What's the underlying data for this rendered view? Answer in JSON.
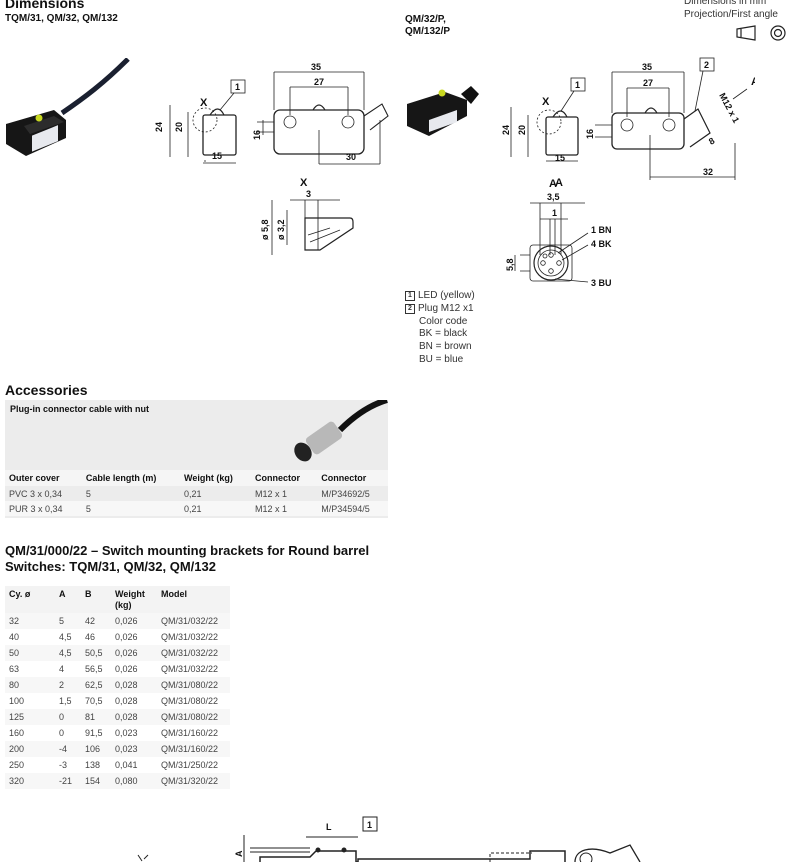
{
  "dimensions": {
    "title": "Dimensions",
    "subtitle_left": "TQM/31, QM/32, QM/132",
    "subtitle_right_1": "QM/32/P,",
    "subtitle_right_2": "QM/132/P",
    "units_note": "Dimensions in mm",
    "projection_note": "Projection/First angle",
    "drawing_left": {
      "callout": "1",
      "view_x": "X",
      "d24": "24",
      "d20": "20",
      "d15": "15",
      "d35": "35",
      "d27": "27",
      "d16": "16",
      "d30": "30",
      "detail_title": "X",
      "d3": "3",
      "d58": "ø 5,8",
      "d32": "ø 3,2"
    },
    "drawing_right": {
      "callout1": "1",
      "callout2": "2",
      "view_x": "X",
      "d24": "24",
      "d20": "20",
      "d15": "15",
      "d35": "35",
      "d27": "27",
      "d16": "16",
      "d32": "32",
      "d8": "8",
      "thread": "M12 x 1",
      "view_a": "A",
      "view_a_bottom": "A",
      "conn_title": "A",
      "d35c": "3,5",
      "d1": "1",
      "d58": "5,8",
      "pin1": "1 BN",
      "pin4": "4 BK",
      "pin3": "3 BU"
    },
    "legend": [
      {
        "num": "1",
        "text": "LED (yellow)"
      },
      {
        "num": "2",
        "text": "Plug M12 x1"
      }
    ],
    "legend_extra": [
      "Color code",
      "BK = black",
      "BN = brown",
      "BU = blue"
    ]
  },
  "accessories": {
    "title": "Accessories",
    "product": "Plug-in connector cable with nut",
    "headers": [
      "Outer cover",
      "Cable length (m)",
      "Weight (kg)",
      "Connector",
      "Connector"
    ],
    "rows": [
      [
        "PVC 3 x 0,34",
        "5",
        "0,21",
        "M12 x 1",
        "M/P34692/5"
      ],
      [
        "PUR 3 x 0,34",
        "5",
        "0,21",
        "M12 x 1",
        "M/P34594/5"
      ]
    ]
  },
  "brackets": {
    "title_1": "QM/31/000/22 – Switch mounting brackets for Round barrel",
    "title_2": "Switches: TQM/31, QM/32, QM/132",
    "headers": [
      "Cy. ø",
      "A",
      "B",
      "Weight (kg)",
      "Model"
    ],
    "rows": [
      [
        "32",
        "5",
        "42",
        "0,026",
        "QM/31/032/22"
      ],
      [
        "40",
        "4,5",
        "46",
        "0,026",
        "QM/31/032/22"
      ],
      [
        "50",
        "4,5",
        "50,5",
        "0,026",
        "QM/31/032/22"
      ],
      [
        "63",
        "4",
        "56,5",
        "0,026",
        "QM/31/032/22"
      ],
      [
        "80",
        "2",
        "62,5",
        "0,028",
        "QM/31/080/22"
      ],
      [
        "100",
        "1,5",
        "70,5",
        "0,028",
        "QM/31/080/22"
      ],
      [
        "125",
        "0",
        "81",
        "0,028",
        "QM/31/080/22"
      ],
      [
        "160",
        "0",
        "91,5",
        "0,023",
        "QM/31/160/22"
      ],
      [
        "200",
        "-4",
        "106",
        "0,023",
        "QM/31/160/22"
      ],
      [
        "250",
        "-3",
        "138",
        "0,041",
        "QM/31/250/22"
      ],
      [
        "320",
        "-21",
        "154",
        "0,080",
        "QM/31/320/22"
      ]
    ],
    "drawing": {
      "dim_l": "L",
      "dim_a": "A",
      "callout": "1"
    }
  }
}
